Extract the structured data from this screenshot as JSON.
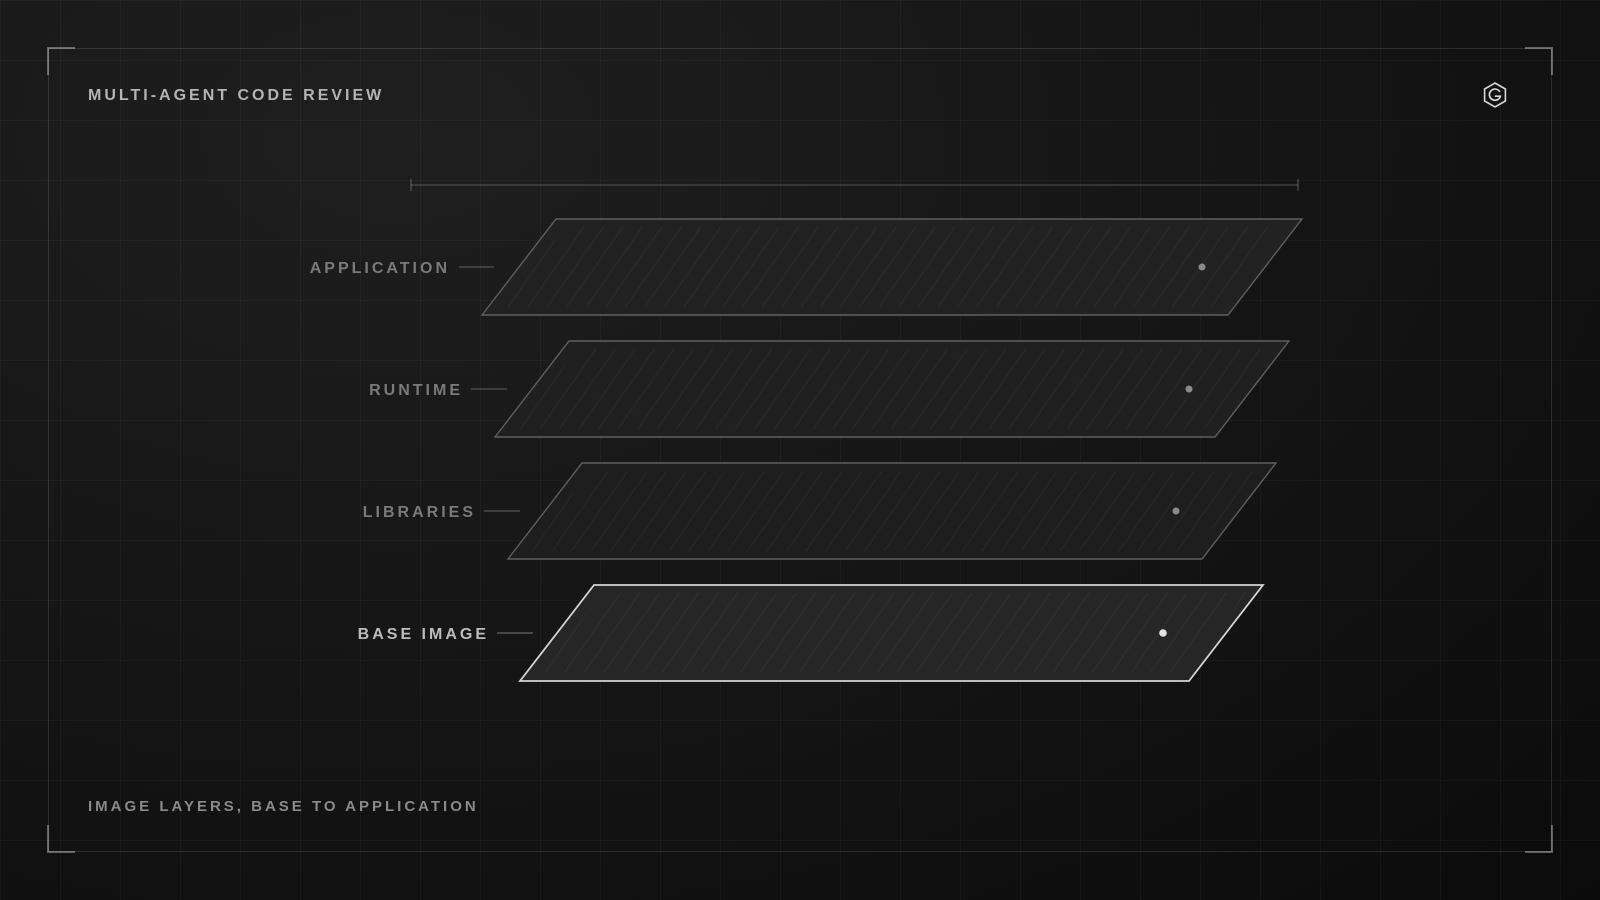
{
  "header": {
    "title": "MULTI-AGENT CODE REVIEW"
  },
  "footer": {
    "caption": "IMAGE LAYERS, BASE TO APPLICATION"
  },
  "logo": {
    "icon": "hexagon-g-logo-icon"
  },
  "colors": {
    "background": "#141414",
    "accent": "#e6e6e6",
    "muted": "#8a8a8a"
  },
  "layers": [
    {
      "label": "APPLICATION"
    },
    {
      "label": "RUNTIME"
    },
    {
      "label": "LIBRARIES"
    },
    {
      "label": "BASE IMAGE",
      "highlighted": true
    }
  ]
}
